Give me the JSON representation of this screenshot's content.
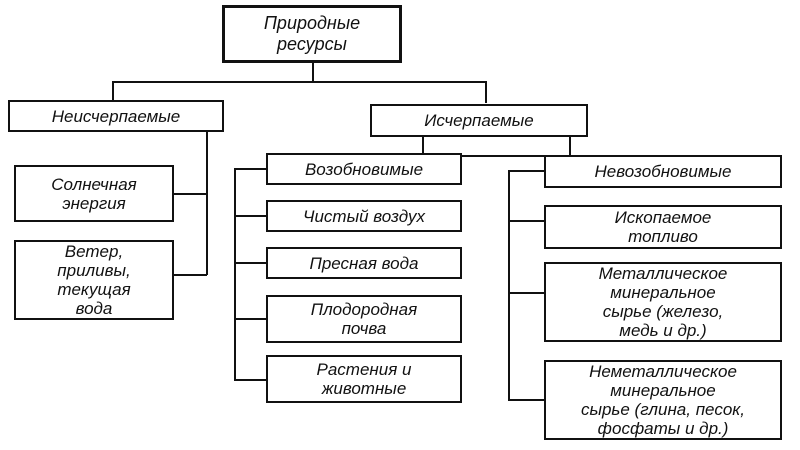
{
  "root": "Природные\nресурсы",
  "inexhaustible": {
    "title": "Неисчерпаемые",
    "items": [
      "Солнечная\nэнергия",
      "Ветер,\nприливы,\nтекущая\nвода"
    ]
  },
  "exhaustible": {
    "title": "Исчерпаемые",
    "renewable": {
      "title": "Возобновимые",
      "items": [
        "Чистый воздух",
        "Пресная вода",
        "Плодородная\nпочва",
        "Растения и\nживотные"
      ]
    },
    "nonrenewable": {
      "title": "Невозобновимые",
      "items": [
        "Ископаемое\nтопливо",
        "Металлическое\nминеральное\nсырье (железо,\nмедь и др.)",
        "Неметаллическое\nминеральное\nсырье (глина, песок,\nфосфаты и др.)"
      ]
    }
  }
}
